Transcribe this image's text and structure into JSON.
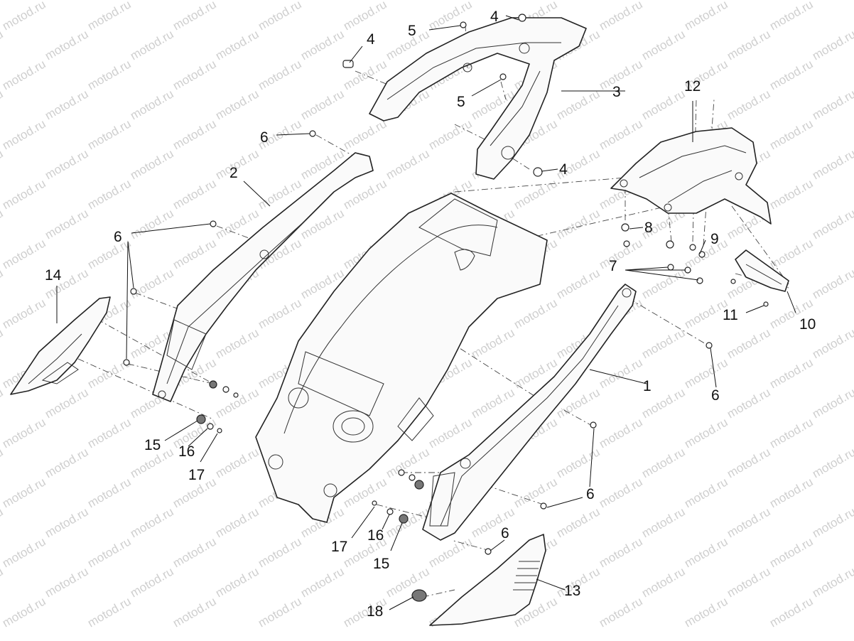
{
  "watermark": "motod.ru",
  "callouts": [
    {
      "id": "c1",
      "text": "1"
    },
    {
      "id": "c2",
      "text": "2"
    },
    {
      "id": "c3",
      "text": "3"
    },
    {
      "id": "c4a",
      "text": "4"
    },
    {
      "id": "c4b",
      "text": "4"
    },
    {
      "id": "c4c",
      "text": "4"
    },
    {
      "id": "c5a",
      "text": "5"
    },
    {
      "id": "c5b",
      "text": "5"
    },
    {
      "id": "c6a",
      "text": "6"
    },
    {
      "id": "c6b",
      "text": "6"
    },
    {
      "id": "c6c",
      "text": "6"
    },
    {
      "id": "c6d",
      "text": "6"
    },
    {
      "id": "c6e",
      "text": "6"
    },
    {
      "id": "c7",
      "text": "7"
    },
    {
      "id": "c8",
      "text": "8"
    },
    {
      "id": "c9",
      "text": "9"
    },
    {
      "id": "c10",
      "text": "10"
    },
    {
      "id": "c11",
      "text": "11"
    },
    {
      "id": "c12",
      "text": "12"
    },
    {
      "id": "c13",
      "text": "13"
    },
    {
      "id": "c14",
      "text": "14"
    },
    {
      "id": "c15a",
      "text": "15"
    },
    {
      "id": "c15b",
      "text": "15"
    },
    {
      "id": "c16a",
      "text": "16"
    },
    {
      "id": "c16b",
      "text": "16"
    },
    {
      "id": "c17a",
      "text": "17"
    },
    {
      "id": "c17b",
      "text": "17"
    },
    {
      "id": "c18",
      "text": "18"
    }
  ]
}
